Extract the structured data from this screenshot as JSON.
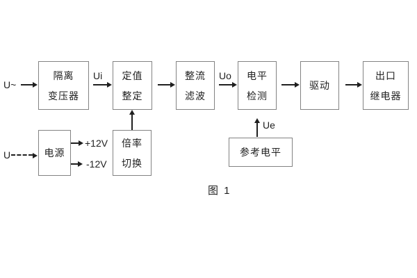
{
  "theme": {
    "bg": "#ffffff",
    "line": "#1f1f1f",
    "border": "#828282",
    "text": "#1f1f1f"
  },
  "figure": {
    "caption": "图 1"
  },
  "blocks": {
    "isolation_transformer": {
      "line1": "隔离",
      "line2": "变压器"
    },
    "setting_adjust": {
      "line1": "定值",
      "line2": "整定"
    },
    "rectify_filter": {
      "line1": "整流",
      "line2": "滤波"
    },
    "level_detect": {
      "line1": "电平",
      "line2": "检测"
    },
    "drive": {
      "line1": "驱动"
    },
    "output_relay": {
      "line1": "出口",
      "line2": "继电器"
    },
    "power_supply": {
      "line1": "电源"
    },
    "ratio_switch": {
      "line1": "倍率",
      "line2": "切换"
    },
    "reference_level": {
      "line1": "参考电平"
    }
  },
  "signals": {
    "ac_input": "U~",
    "dc_input": "U",
    "ui": "Ui",
    "uo": "Uo",
    "ue": "Ue",
    "plus_12v": "+12V",
    "minus_12v": "-12V"
  }
}
